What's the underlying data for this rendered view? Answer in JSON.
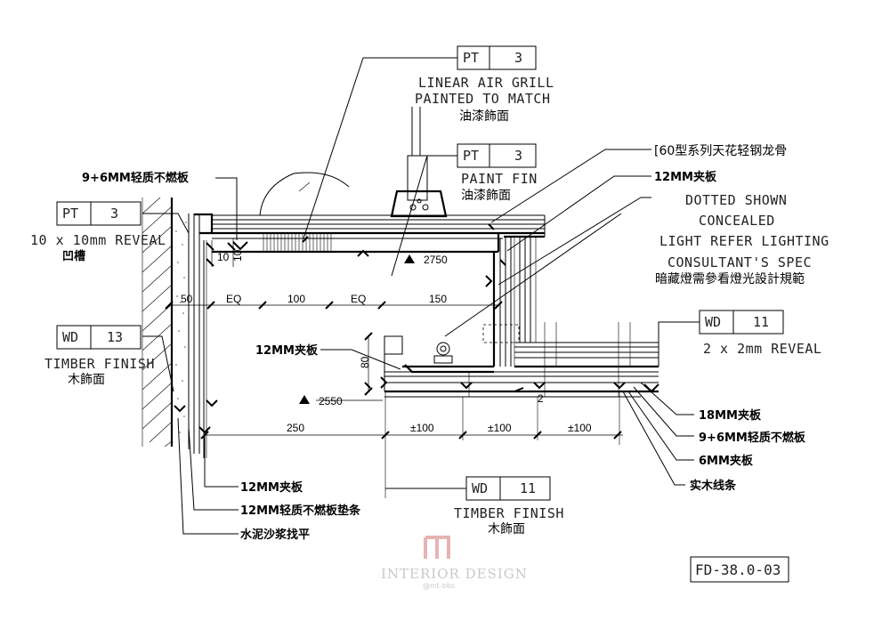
{
  "tags": {
    "pt_grill": {
      "code": "PT",
      "num": "3"
    },
    "pt_fin": {
      "code": "PT",
      "num": "3"
    },
    "pt_reveal": {
      "code": "PT",
      "num": "3"
    },
    "wd_timber_left": {
      "code": "WD",
      "num": "13"
    },
    "wd_reveal_right": {
      "code": "WD",
      "num": "11"
    },
    "wd_timber_bottom": {
      "code": "WD",
      "num": "11"
    }
  },
  "labels": {
    "linear_air_grill": "LINEAR AIR GRILL",
    "painted_to_match": "PAINTED TO MATCH",
    "paint_finish_cn_1": "油漆飾面",
    "paint_fin": "PAINT FIN",
    "paint_finish_cn_2": "油漆飾面",
    "reveal_10": "10 x 10mm REVEAL",
    "reveal_cn": "凹槽",
    "timber_finish_left": "TIMBER FINISH",
    "timber_cn_left": "木飾面",
    "ceiling_keel": "[60型系列天花轻钢龙骨",
    "ply_12_top": "12MM夹板",
    "dotted_shown": "DOTTED SHOWN",
    "concealed": "CONCEALED",
    "light_refer": "LIGHT REFER LIGHTING",
    "consultant_spec": "CONSULTANT'S SPEC",
    "light_cn": "暗藏燈需參看燈光設計規範",
    "reveal_2": "2 x 2mm REVEAL",
    "board_9_6_top": "9+6MM轻质不燃板",
    "ply_12_mid": "12MM夹板",
    "ply_18": "18MM夹板",
    "board_9_6_right": "9+6MM轻质不燃板",
    "ply_6": "6MM夹板",
    "solid_wood": "实木线条",
    "ply_12_bottom": "12MM夹板",
    "board_12_strip": "12MM轻质不燃板垫条",
    "cement_mortar": "水泥沙浆找平",
    "timber_finish_bottom": "TIMBER FINISH",
    "timber_cn_bottom": "木飾面"
  },
  "dimensions": {
    "d_10": "10",
    "d_10b": "10",
    "d_50": "50",
    "eq_1": "EQ",
    "d_100": "100",
    "eq_2": "EQ",
    "d_150": "150",
    "d_80": "80",
    "d_250": "250",
    "pm100_1": "±100",
    "pm100_2": "±100",
    "pm100_3": "±100",
    "d_2": "2",
    "level_2750": "2750",
    "level_2550": "2550"
  },
  "drawing_code": "FD-38.0-03",
  "watermark": {
    "brand": "INTERIOR DESIGN",
    "sub": "@mt-bbs"
  }
}
